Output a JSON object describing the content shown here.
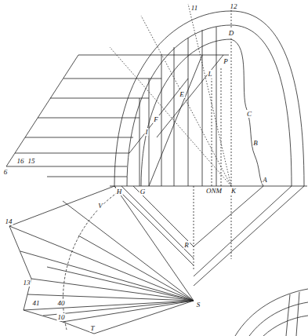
{
  "diagram": {
    "labels": [
      "D",
      "C",
      "B",
      "A",
      "K",
      "ONM",
      "R",
      "S",
      "T",
      "V",
      "H",
      "G",
      "I",
      "F",
      "E",
      "L",
      "P",
      "14",
      "13",
      "41",
      "40",
      "10",
      "6",
      "16",
      "15",
      "11",
      "12"
    ]
  }
}
